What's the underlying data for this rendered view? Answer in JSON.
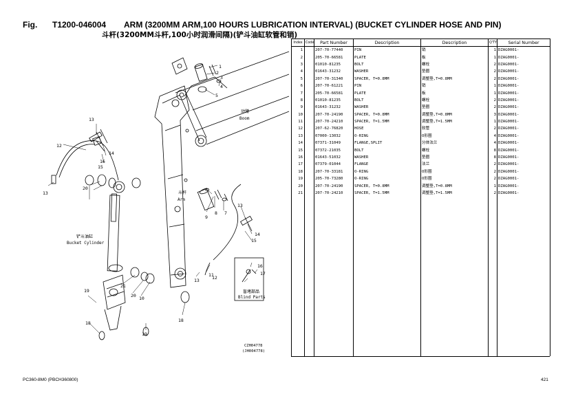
{
  "header": {
    "fig_label": "Fig.",
    "fig_code": "T1200-046004",
    "title": "ARM (3200MM ARM,100 HOURS LUBRICATION INTERVAL) (BUCKET CYLINDER HOSE AND PIN)",
    "title_cn": "斗杆(3200MM斗杆,100小时润滑间隔)(铲斗油缸软管和销)"
  },
  "drawing": {
    "boom_cn": "动臂",
    "boom_en": "Boom",
    "arm_cn": "斗杆",
    "arm_en": "Arm",
    "bucket_cyl_cn": "铲斗油缸",
    "bucket_cyl_en": "Bucket Cylinder",
    "blind_cn": "盲堵部品",
    "blind_en": "Blind Parts",
    "ref1": "CZH04778",
    "ref2": "(JH004778)",
    "callouts": [
      "1",
      "2",
      "3",
      "4",
      "5",
      "6",
      "7",
      "8",
      "9",
      "10",
      "11",
      "12",
      "13",
      "14",
      "15",
      "16",
      "17",
      "18",
      "19",
      "20",
      "21"
    ]
  },
  "table": {
    "columns": [
      "Index",
      "Code",
      "Part Number",
      "Description",
      "Description",
      "Q'TY",
      "Serial Number"
    ],
    "rows": [
      {
        "index": "1",
        "code": "",
        "part": "207-70-77440",
        "desc_en": "PIN",
        "desc_cn": "销",
        "qty": "1",
        "serial": "DZAG0001-"
      },
      {
        "index": "2",
        "code": "",
        "part": "205-70-66581",
        "desc_en": "PLATE",
        "desc_cn": "板",
        "qty": "1",
        "serial": "DZAG0001-"
      },
      {
        "index": "3",
        "code": "",
        "part": "01010-81235",
        "desc_en": "BOLT",
        "desc_cn": "螺栓",
        "qty": "2",
        "serial": "DZAG0001-"
      },
      {
        "index": "4",
        "code": "",
        "part": "01643-31232",
        "desc_en": "WASHER",
        "desc_cn": "垫圈",
        "qty": "2",
        "serial": "DZAG0001-"
      },
      {
        "index": "5",
        "code": "",
        "part": "207-70-31340",
        "desc_en": "SPACER, T=0.8MM",
        "desc_cn": "调整垫,T=0.8MM",
        "qty": "2",
        "serial": "DZAG0001-"
      },
      {
        "index": "6",
        "code": "",
        "part": "207-70-61221",
        "desc_en": "PIN",
        "desc_cn": "销",
        "qty": "1",
        "serial": "DZAG0001-"
      },
      {
        "index": "7",
        "code": "",
        "part": "205-70-66581",
        "desc_en": "PLATE",
        "desc_cn": "板",
        "qty": "1",
        "serial": "DZAG0001-"
      },
      {
        "index": "8",
        "code": "",
        "part": "01010-81235",
        "desc_en": "BOLT",
        "desc_cn": "螺栓",
        "qty": "2",
        "serial": "DZAG0001-"
      },
      {
        "index": "9",
        "code": "",
        "part": "01643-31232",
        "desc_en": "WASHER",
        "desc_cn": "垫圈",
        "qty": "2",
        "serial": "DZAG0001-"
      },
      {
        "index": "10",
        "code": "",
        "part": "207-70-24190",
        "desc_en": "SPACER, T=0.8MM",
        "desc_cn": "调整垫,T=0.8MM",
        "qty": "3",
        "serial": "DZAG0001-"
      },
      {
        "index": "11",
        "code": "",
        "part": "207-70-24210",
        "desc_en": "SPACER, T=1.5MM",
        "desc_cn": "调整垫,T=1.5MM",
        "qty": "1",
        "serial": "DZAG0001-"
      },
      {
        "index": "12",
        "code": "",
        "part": "207-62-76820",
        "desc_en": "HOSE",
        "desc_cn": "软管",
        "qty": "2",
        "serial": "DZAG0001-"
      },
      {
        "index": "13",
        "code": "",
        "part": "07000-13032",
        "desc_en": "O-RING",
        "desc_cn": "O形圈",
        "qty": "4",
        "serial": "DZAG0001-"
      },
      {
        "index": "14",
        "code": "",
        "part": "07371-31049",
        "desc_en": "FLANGE,SPLIT",
        "desc_cn": "分体法兰",
        "qty": "4",
        "serial": "DZAG0001-"
      },
      {
        "index": "15",
        "code": "",
        "part": "07372-21035",
        "desc_en": "BOLT",
        "desc_cn": "螺栓",
        "qty": "8",
        "serial": "DZAG0001-"
      },
      {
        "index": "16",
        "code": "",
        "part": "01643-51032",
        "desc_en": "WASHER",
        "desc_cn": "垫圈",
        "qty": "8",
        "serial": "DZAG0001-"
      },
      {
        "index": "17",
        "code": "",
        "part": "07379-01044",
        "desc_en": "FLANGE",
        "desc_cn": "法兰",
        "qty": "2",
        "serial": "DZAG0001-"
      },
      {
        "index": "18",
        "code": "",
        "part": "207-70-33181",
        "desc_en": "O-RING",
        "desc_cn": "O形圈",
        "qty": "2",
        "serial": "DZAG0001-"
      },
      {
        "index": "19",
        "code": "",
        "part": "205-70-73280",
        "desc_en": "O-RING",
        "desc_cn": "O形圈",
        "qty": "2",
        "serial": "DZAG0001-"
      },
      {
        "index": "20",
        "code": "",
        "part": "207-70-24190",
        "desc_en": "SPACER, T=0.8MM",
        "desc_cn": "调整垫,T=0.8MM",
        "qty": "1",
        "serial": "DZAG0001-"
      },
      {
        "index": "21",
        "code": "",
        "part": "207-70-24210",
        "desc_en": "SPACER, T=1.5MM",
        "desc_cn": "调整垫,T=1.5MM",
        "qty": "2",
        "serial": "DZAG0001-"
      }
    ]
  },
  "footer": {
    "model": "PC360-8M0 (PBCH360800)",
    "page": "421"
  }
}
